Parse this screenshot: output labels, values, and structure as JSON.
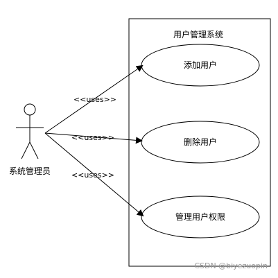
{
  "system": {
    "title": "用户管理系统"
  },
  "actor": {
    "name": "系统管理员"
  },
  "use_cases": [
    {
      "label": "添加用户"
    },
    {
      "label": "删除用户"
    },
    {
      "label": "管理用户权限"
    }
  ],
  "relations": [
    {
      "stereotype": "<<uses>>"
    },
    {
      "stereotype": "<<uses>>"
    },
    {
      "stereotype": "<<uses>>"
    }
  ],
  "watermark": "CSDN @biyezuopin",
  "colors": {
    "stroke": "#000000",
    "watermark": "#9a9a9a"
  },
  "icons": {
    "actor": "stick-figure-icon"
  }
}
